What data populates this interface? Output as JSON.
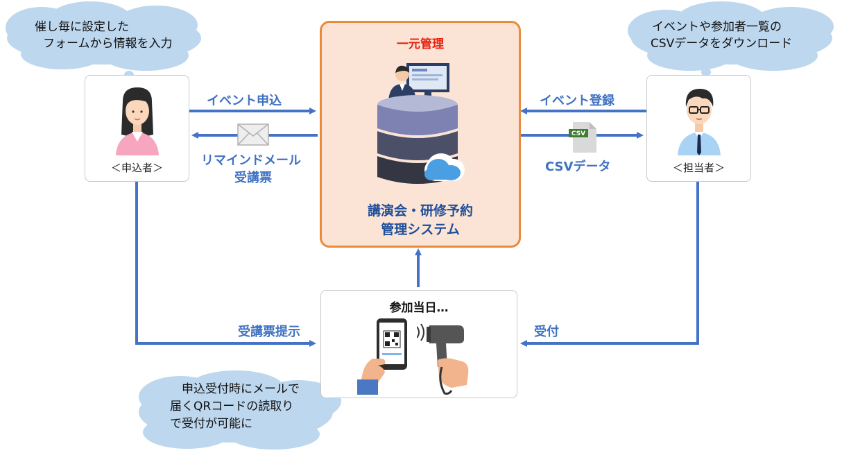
{
  "clouds": {
    "applicant_note": [
      "催し毎に設定した",
      "フォームから情報を入力"
    ],
    "staff_note": [
      "イベントや参加者一覧の",
      "CSVデータをダウンロード"
    ],
    "qr_note": [
      "申込受付時にメールで",
      "届くQRコードの読取り",
      "で受付が可能に"
    ]
  },
  "applicant": {
    "caption": "＜申込者＞",
    "icon": "woman-avatar-icon"
  },
  "staff": {
    "caption": "＜担当者＞",
    "icon": "man-glasses-avatar-icon"
  },
  "system": {
    "badge": "一元管理",
    "title": [
      "講演会・研修予約",
      "管理システム"
    ],
    "icon": "database-server-icon",
    "colors": {
      "border": "#ea8a3a",
      "fill": "#fbe4d5",
      "badge": "#e8220e"
    }
  },
  "event_day": {
    "title": "参加当日…",
    "icons": [
      "smartphone-qr-icon",
      "barcode-scanner-icon"
    ]
  },
  "arrows": {
    "event_apply": "イベント申込",
    "reminder": [
      "リマインドメール",
      "受講票"
    ],
    "event_register": "イベント登録",
    "csv_data": "CSVデータ",
    "ticket_present": "受講票提示",
    "reception": "受付"
  },
  "csv_icon_label": "CSV",
  "colors": {
    "arrow": "#4472c4",
    "label": "#3f72c3",
    "cloud": "#bdd7ee"
  }
}
